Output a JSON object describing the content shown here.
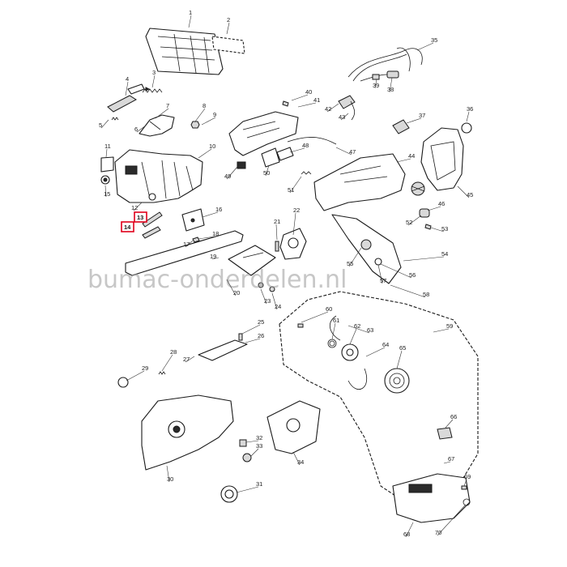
{
  "watermark": {
    "text": "bumac-onderdelen.nl"
  },
  "highlight": {
    "color": "#e0001b",
    "labels": [
      "13",
      "14"
    ]
  },
  "callouts": [
    "1",
    "2",
    "3",
    "4",
    "5",
    "6",
    "7",
    "8",
    "9",
    "10",
    "11",
    "12",
    "15",
    "16",
    "17",
    "18",
    "19",
    "20",
    "21",
    "22",
    "23",
    "24",
    "25",
    "26",
    "27",
    "28",
    "29",
    "30",
    "31",
    "32",
    "33",
    "34",
    "35",
    "36",
    "37",
    "38",
    "39",
    "40",
    "41",
    "42",
    "43",
    "44",
    "45",
    "46",
    "47",
    "48",
    "49",
    "50",
    "51",
    "52",
    "53",
    "54",
    "55",
    "56",
    "57",
    "58",
    "59",
    "60",
    "61",
    "62",
    "63",
    "64",
    "65",
    "66",
    "67",
    "68",
    "69",
    "70"
  ]
}
